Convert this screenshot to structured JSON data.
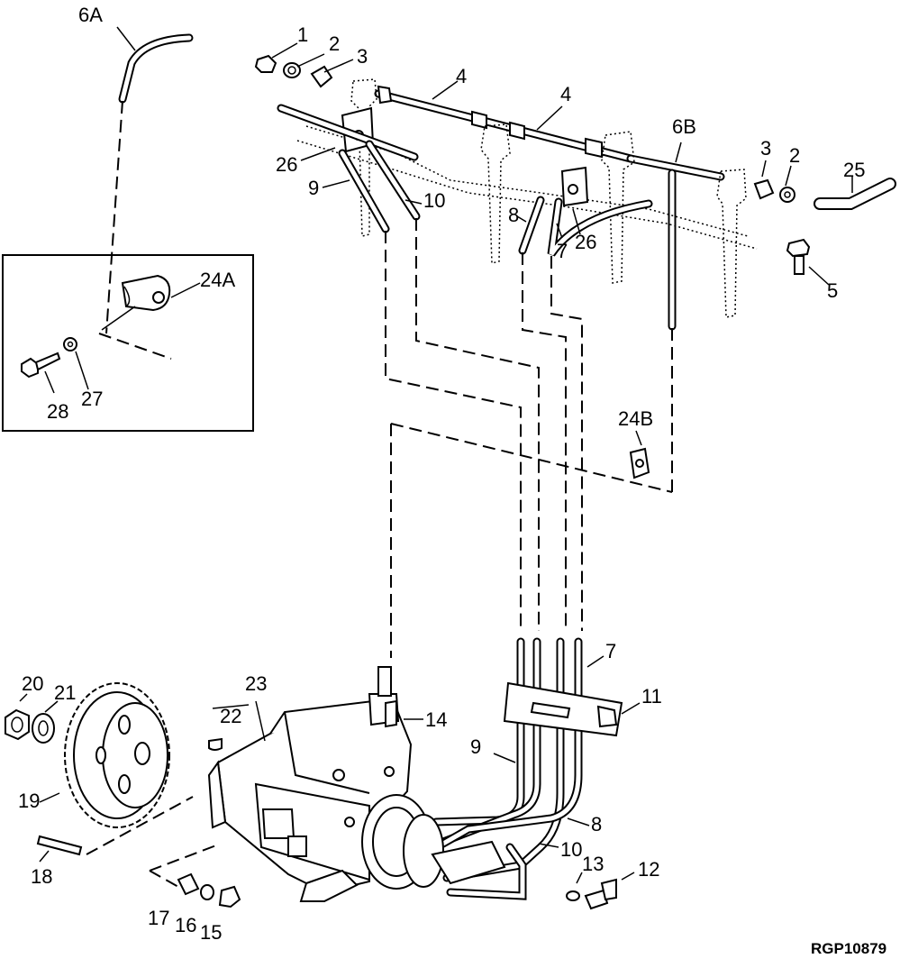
{
  "diagram": {
    "figure_code": "RGP10879",
    "labels": {
      "l1": "1",
      "l2": "2",
      "l3": "3",
      "l4a": "4",
      "l4b": "4",
      "l5": "5",
      "l6a": "6A",
      "l6b": "6B",
      "l3b": "3",
      "l2b": "2",
      "l25": "25",
      "l26a": "26",
      "l9a": "9",
      "l10a": "10",
      "l8a": "8",
      "l7a": "7",
      "l26b": "26",
      "l24a": "24A",
      "l28": "28",
      "l27": "27",
      "l24b": "24B",
      "l20": "20",
      "l21": "21",
      "l23": "23",
      "l22": "22",
      "l14": "14",
      "l7b": "7",
      "l11": "11",
      "l9b": "9",
      "l8b": "8",
      "l10b": "10",
      "l19": "19",
      "l18": "18",
      "l13": "13",
      "l12": "12",
      "l17": "17",
      "l16": "16",
      "l15": "15"
    }
  }
}
